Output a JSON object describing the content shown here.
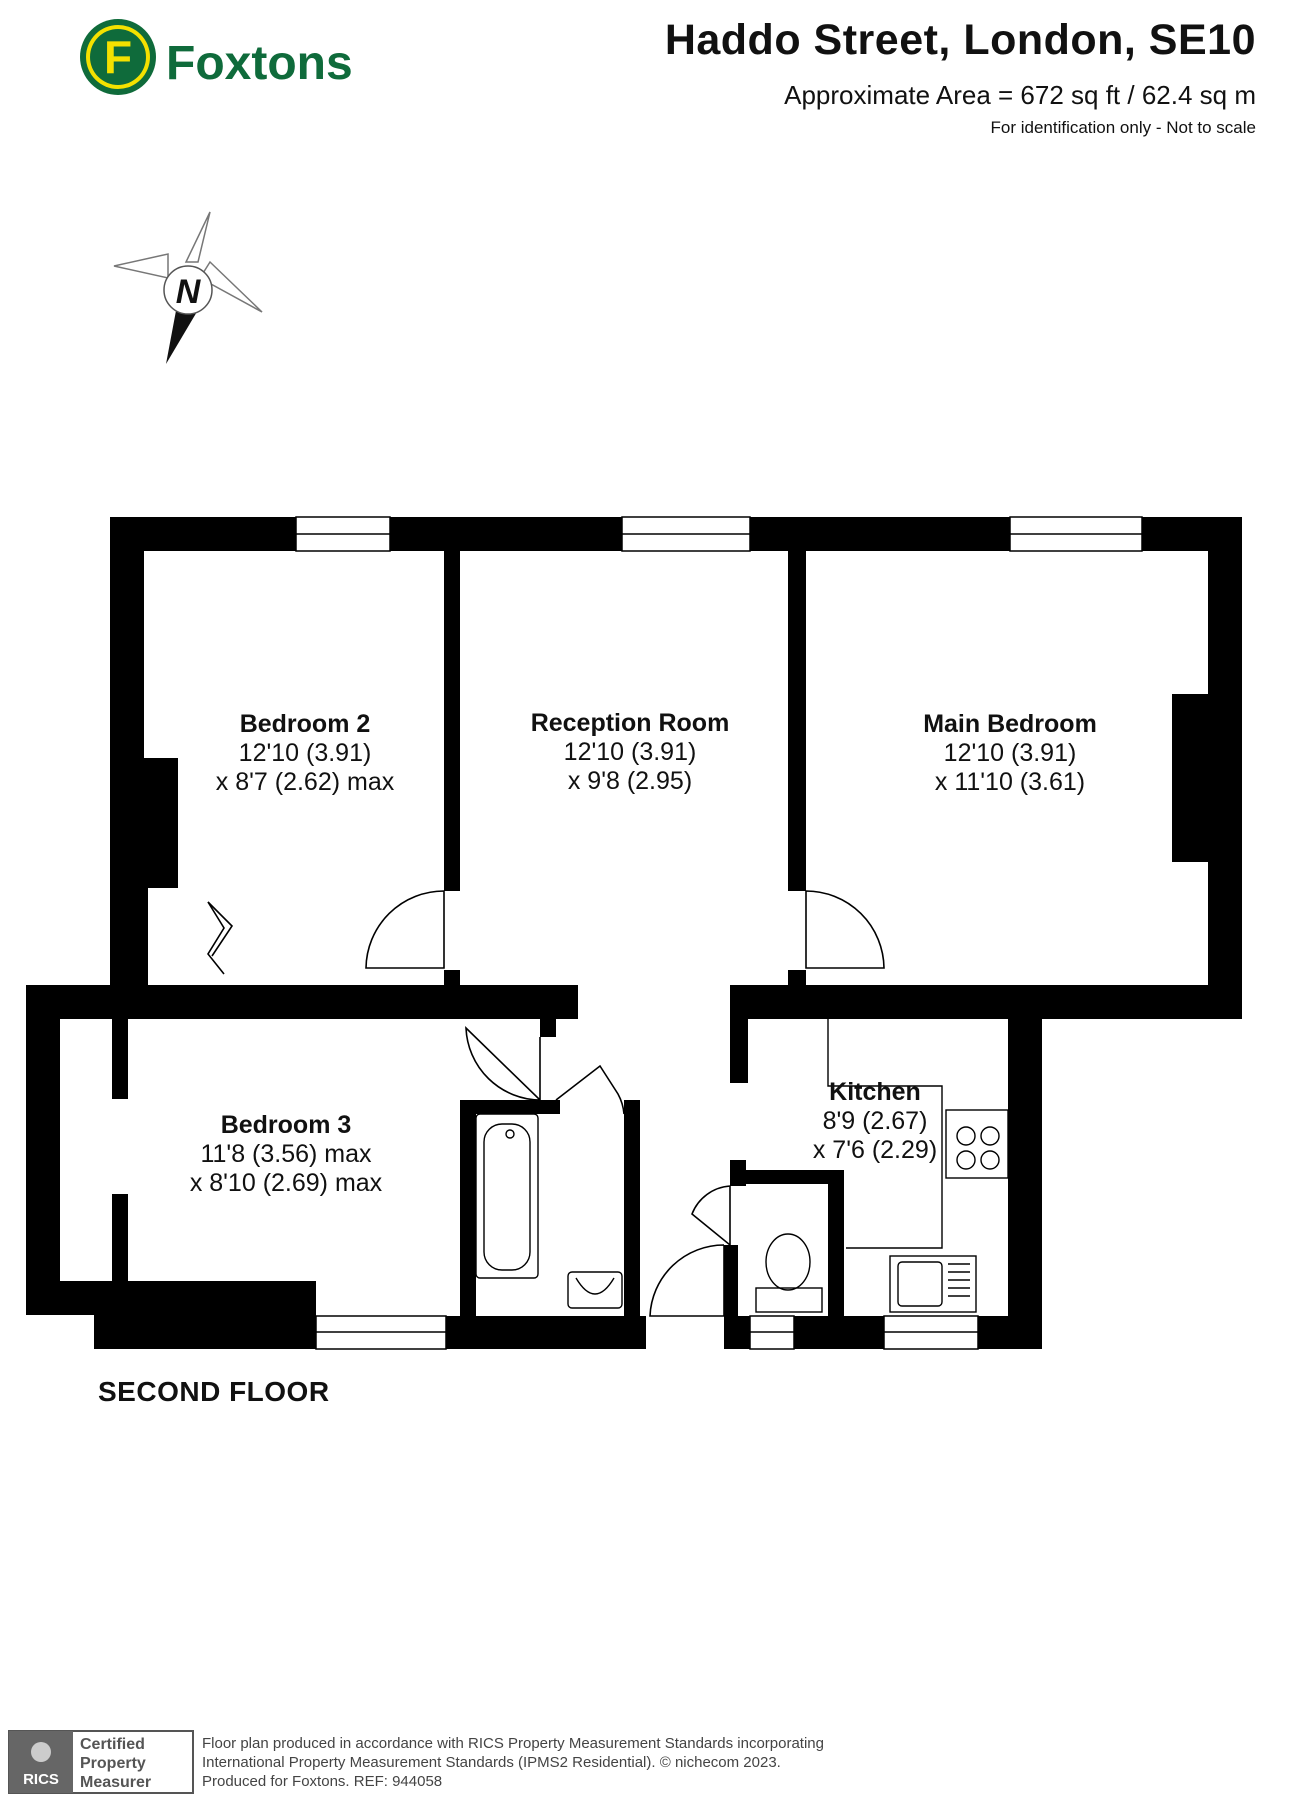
{
  "header": {
    "title": "Haddo Street, London, SE10",
    "area": "Approximate Area = 672 sq ft / 62.4 sq m",
    "identification": "For identification only - Not to scale"
  },
  "brand": {
    "name": "Foxtons",
    "logo_letter": "F",
    "color": "#0f6b3b",
    "accent": "#f4e100"
  },
  "compass": {
    "label": "N"
  },
  "floor_label": "SECOND FLOOR",
  "rooms": {
    "bedroom2": {
      "name": "Bedroom 2",
      "dim1": "12'10 (3.91)",
      "dim2": "x 8'7 (2.62) max"
    },
    "reception": {
      "name": "Reception Room",
      "dim1": "12'10 (3.91)",
      "dim2": "x 9'8 (2.95)"
    },
    "main_bedroom": {
      "name": "Main Bedroom",
      "dim1": "12'10 (3.91)",
      "dim2": "x 11'10 (3.61)"
    },
    "bedroom3": {
      "name": "Bedroom 3",
      "dim1": "11'8 (3.56) max",
      "dim2": "x 8'10 (2.69) max"
    },
    "kitchen": {
      "name": "Kitchen",
      "dim1": "8'9 (2.67)",
      "dim2": "x 7'6 (2.29)"
    }
  },
  "footer": {
    "badge_brand": "RICS",
    "badge_line1": "Certified",
    "badge_line2": "Property",
    "badge_line3": "Measurer",
    "line1": "Floor plan produced in accordance with RICS Property Measurement Standards incorporating",
    "line2": "International Property Measurement Standards (IPMS2 Residential).   © nichecom 2023.",
    "line3": "Produced for Foxtons.    REF: 944058"
  }
}
